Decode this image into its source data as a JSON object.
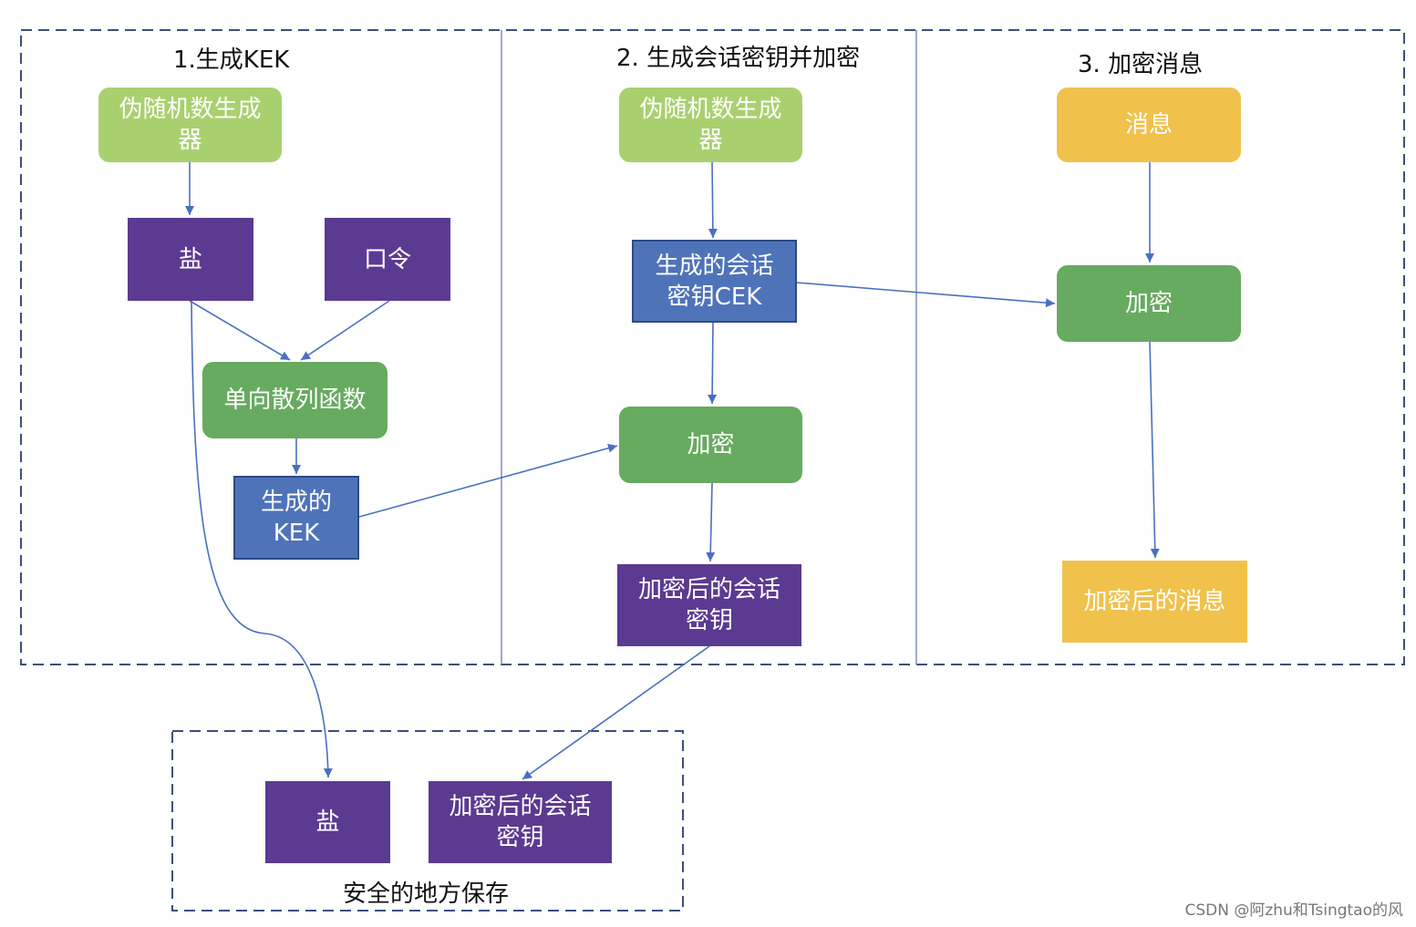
{
  "sections": {
    "kek": "1.生成KEK",
    "cek": "2. 生成会话密钥并加密",
    "msg": "3. 加密消息",
    "storage": "安全的地方保存"
  },
  "nodes": {
    "prng1": "伪随机数生成器",
    "salt": "盐",
    "password": "口令",
    "hash": "单向散列函数",
    "kek": "生成的KEK",
    "prng2": "伪随机数生成器",
    "cek": "生成的会话密钥CEK",
    "encrypt2": "加密",
    "enc_cek": "加密后的会话密钥",
    "message": "消息",
    "encrypt3": "加密",
    "enc_msg": "加密后的消息",
    "stored_salt": "盐",
    "stored_enc_cek": "加密后的会话密钥"
  },
  "colors": {
    "lime": "#a9d06f",
    "green": "#66ab5f",
    "purple": "#5b3a91",
    "blue": "#4f73b9",
    "gold": "#f0c24c",
    "connector": "#4a6fc1",
    "frame": "#3c4f7c"
  },
  "watermark": "CSDN @阿zhu和Tsingtao的风"
}
